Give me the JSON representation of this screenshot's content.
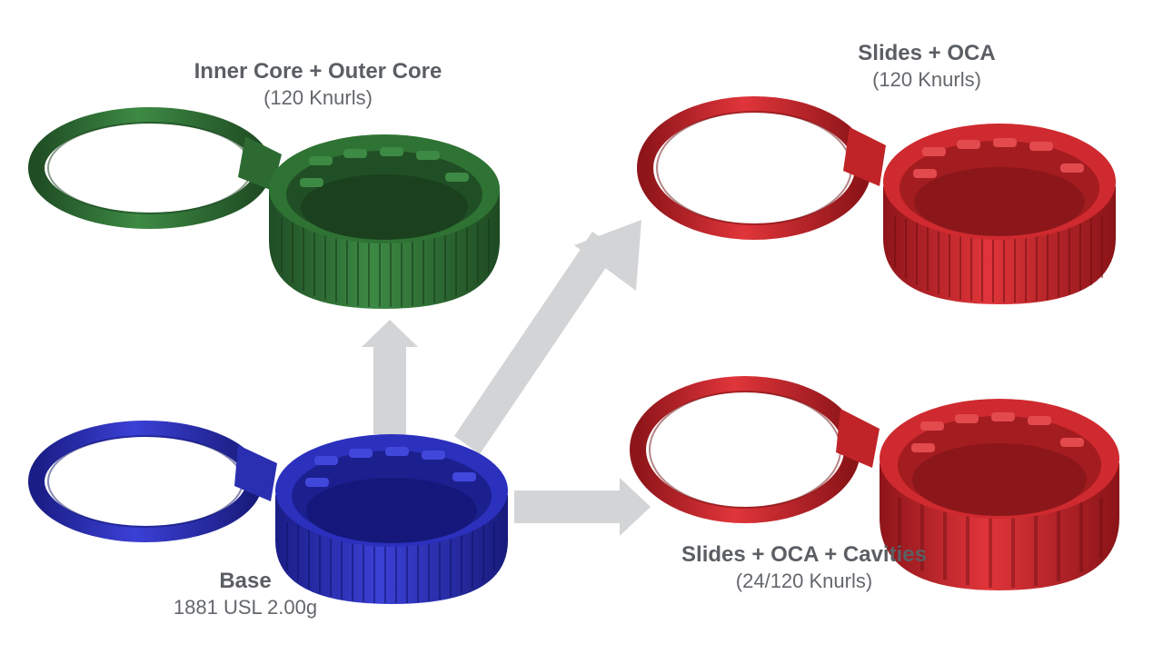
{
  "variants": {
    "inner_outer_core": {
      "title": "Inner Core + Outer Core",
      "subtitle": "(120 Knurls)",
      "color": "#2f6b33"
    },
    "base": {
      "title": "Base",
      "subtitle": "1881 USL 2.00g",
      "color": "#2b2fb8"
    },
    "slides_oca": {
      "title": "Slides + OCA",
      "subtitle": "(120 Knurls)",
      "color": "#c8262b"
    },
    "slides_oca_cavities": {
      "title": "Slides + OCA + Cavities",
      "subtitle": "(24/120 Knurls)",
      "color": "#c8262b"
    }
  },
  "arrow_color": "#d3d4d6"
}
